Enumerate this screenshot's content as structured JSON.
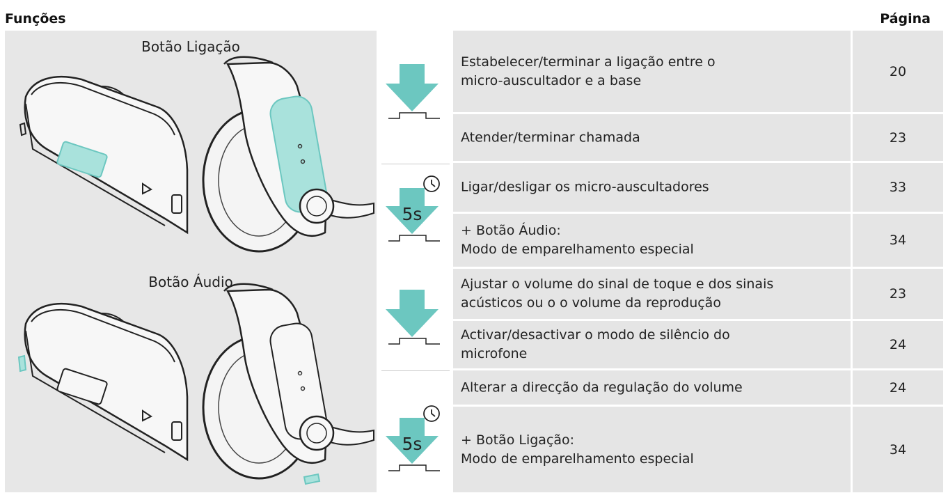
{
  "header": {
    "functions": "Funções",
    "page": "Página"
  },
  "sections": [
    {
      "title": "Botão Ligação",
      "highlight": "call-button"
    },
    {
      "title": "Botão Áudio",
      "highlight": "audio-button"
    }
  ],
  "gestures": {
    "long_press_label": "5s"
  },
  "colors": {
    "accent": "#6cc7c0",
    "cell": "#e5e5e5",
    "button_highlight": "#a9e2dc"
  },
  "rows": [
    {
      "lines": [
        "Estabelecer/terminar a ligação entre o",
        "micro-auscultador e a base"
      ],
      "page": "20"
    },
    {
      "lines": [
        "Atender/terminar chamada"
      ],
      "page": "23"
    },
    {
      "lines": [
        "Ligar/desligar os micro-auscultadores"
      ],
      "page": "33"
    },
    {
      "lines": [
        "+ Botão Áudio:",
        "Modo de emparelhamento especial"
      ],
      "page": "34"
    },
    {
      "lines": [
        "Ajustar o volume do sinal de toque e dos sinais",
        "acústicos ou o o volume da reprodução"
      ],
      "page": "23"
    },
    {
      "lines": [
        "Activar/desactivar o modo de silêncio do",
        "microfone"
      ],
      "page": "24"
    },
    {
      "lines": [
        "Alterar a direcção da regulação do volume"
      ],
      "page": "24"
    },
    {
      "lines": [
        "+ Botão Ligação:",
        "Modo de emparelhamento especial"
      ],
      "page": "34"
    }
  ]
}
